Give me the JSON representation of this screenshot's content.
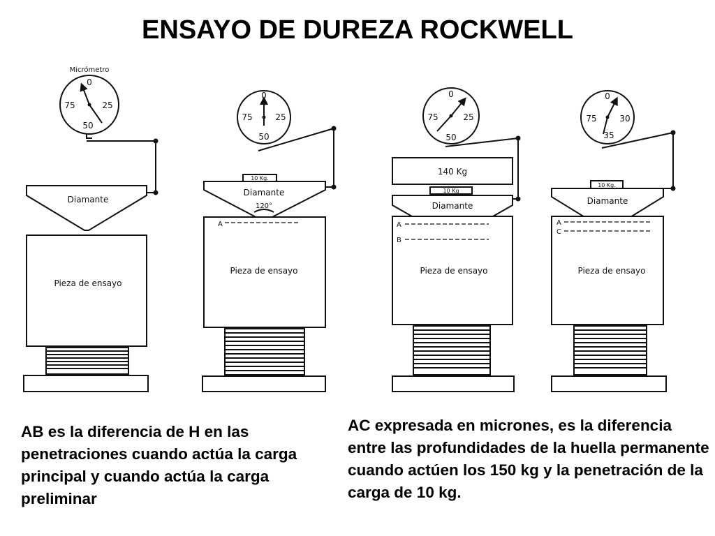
{
  "title": "ENSAYO DE DUREZA ROCKWELL",
  "labels": {
    "micrometer": "Micrómetro",
    "diamond": "Diamante",
    "specimen": "Pieza de ensayo",
    "angle": "120°",
    "preload": "10 Kg.",
    "main_load": "140 Kg",
    "preload_small": "10 Kg",
    "dial_0": "0",
    "dial_25": "25",
    "dial_50": "50",
    "dial_75": "75",
    "dial_30": "30",
    "dial_35": "35",
    "point_a": "A",
    "point_b": "B",
    "point_c": "C"
  },
  "captions": {
    "left": "AB es la diferencia de H en las penetraciones cuando actúa la carga principal y cuando actúa la carga preliminar",
    "right": "AC expresada en micrones, es la diferencia entre las profundidades de la huella permanente cuando actúen los 150 kg y la penetración de la carga de 10 kg."
  }
}
